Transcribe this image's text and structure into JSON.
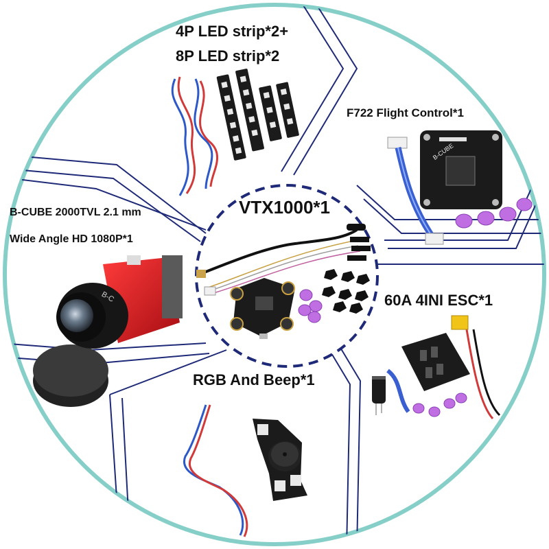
{
  "labels": {
    "led_line1": "4P LED strip*2+",
    "led_line2": "8P LED strip*2",
    "flight_control": "F722 Flight Control*1",
    "camera_line1": "B-CUBE 2000TVL 2.1 mm",
    "camera_line2": "Wide Angle HD 1080P*1",
    "vtx": "VTX1000*1",
    "esc": "60A 4INI ESC*1",
    "rgb_beep": "RGB And Beep*1"
  },
  "markings": {
    "fc_board": "B-CUBE",
    "camera_lens": "B-C"
  },
  "colors": {
    "circle_border": "#86cfc9",
    "section_lines": "#1e2a78",
    "camera_red": "#d4141c",
    "silicone_purple": "#c06fe3",
    "board_black": "#1b1b1b"
  }
}
